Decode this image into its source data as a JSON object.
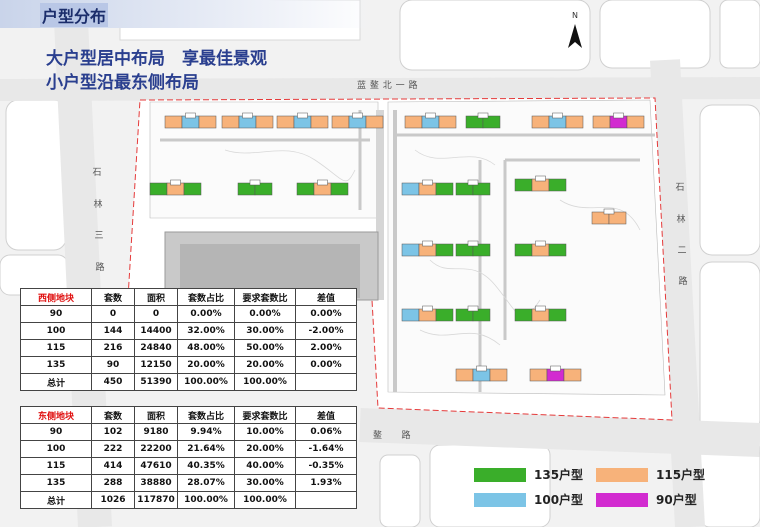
{
  "header": {
    "title": "户型分布"
  },
  "headline": {
    "line1": "大户型居中布局　享最佳景观",
    "line2": "小户型沿最东侧布局"
  },
  "roads": {
    "north": "蓝 鳌 北 一 路",
    "south": "鳌　　路",
    "west": [
      "石",
      "林",
      "三",
      "路"
    ],
    "east": [
      "石",
      "林",
      "二",
      "路"
    ]
  },
  "colors": {
    "type135": "#3aae2a",
    "type115": "#f7b27a",
    "type100": "#7cc4e6",
    "type90": "#d22bd0"
  },
  "west_table": {
    "header": [
      "西侧地块",
      "套数",
      "面积",
      "套数占比",
      "要求套数比",
      "差值"
    ],
    "rows": [
      [
        "90",
        "0",
        "0",
        "0.00%",
        "0.00%",
        "0.00%"
      ],
      [
        "100",
        "144",
        "14400",
        "32.00%",
        "30.00%",
        "-2.00%"
      ],
      [
        "115",
        "216",
        "24840",
        "48.00%",
        "50.00%",
        "2.00%"
      ],
      [
        "135",
        "90",
        "12150",
        "20.00%",
        "20.00%",
        "0.00%"
      ],
      [
        "总计",
        "450",
        "51390",
        "100.00%",
        "100.00%",
        ""
      ]
    ]
  },
  "east_table": {
    "header": [
      "东侧地块",
      "套数",
      "面积",
      "套数占比",
      "要求套数比",
      "差值"
    ],
    "rows": [
      [
        "90",
        "102",
        "9180",
        "9.94%",
        "10.00%",
        "0.06%"
      ],
      [
        "100",
        "222",
        "22200",
        "21.64%",
        "20.00%",
        "-1.64%"
      ],
      [
        "115",
        "414",
        "47610",
        "40.35%",
        "40.00%",
        "-0.35%"
      ],
      [
        "135",
        "288",
        "38880",
        "28.07%",
        "30.00%",
        "1.93%"
      ],
      [
        "总计",
        "1026",
        "117870",
        "100.00%",
        "100.00%",
        ""
      ]
    ]
  },
  "legend": [
    {
      "label": "135户型",
      "color": "#3aae2a"
    },
    {
      "label": "115户型",
      "color": "#f7b27a"
    },
    {
      "label": "100户型",
      "color": "#7cc4e6"
    },
    {
      "label": "90户型",
      "color": "#d22bd0"
    }
  ],
  "buildings": [
    {
      "units": [
        "115",
        "100",
        "115"
      ]
    },
    {
      "units": [
        "115",
        "100",
        "115"
      ]
    },
    {
      "units": [
        "115",
        "100",
        "115"
      ]
    },
    {
      "units": [
        "115",
        "100",
        "115"
      ]
    },
    {
      "units": [
        "135",
        "115",
        "135"
      ]
    },
    {
      "units": [
        "135",
        "135"
      ]
    },
    {
      "units": [
        "135",
        "115",
        "135"
      ]
    },
    {
      "units": [
        "115",
        "100",
        "115"
      ]
    },
    {
      "units": [
        "135",
        "135"
      ]
    },
    {
      "units": [
        "115",
        "100",
        "115"
      ]
    },
    {
      "units": [
        "115",
        "90",
        "115"
      ]
    },
    {
      "units": [
        "100",
        "115",
        "135"
      ]
    },
    {
      "units": [
        "135",
        "135"
      ]
    },
    {
      "units": [
        "135",
        "115",
        "135"
      ]
    },
    {
      "units": [
        "115",
        "115"
      ]
    },
    {
      "units": [
        "100",
        "115",
        "135"
      ]
    },
    {
      "units": [
        "135",
        "135"
      ]
    },
    {
      "units": [
        "135",
        "115",
        "135"
      ]
    },
    {
      "units": [
        "100",
        "115",
        "135"
      ]
    },
    {
      "units": [
        "135",
        "135"
      ]
    },
    {
      "units": [
        "135",
        "115",
        "135"
      ]
    },
    {
      "units": [
        "115",
        "100",
        "115"
      ]
    },
    {
      "units": [
        "115",
        "90",
        "115"
      ]
    }
  ]
}
